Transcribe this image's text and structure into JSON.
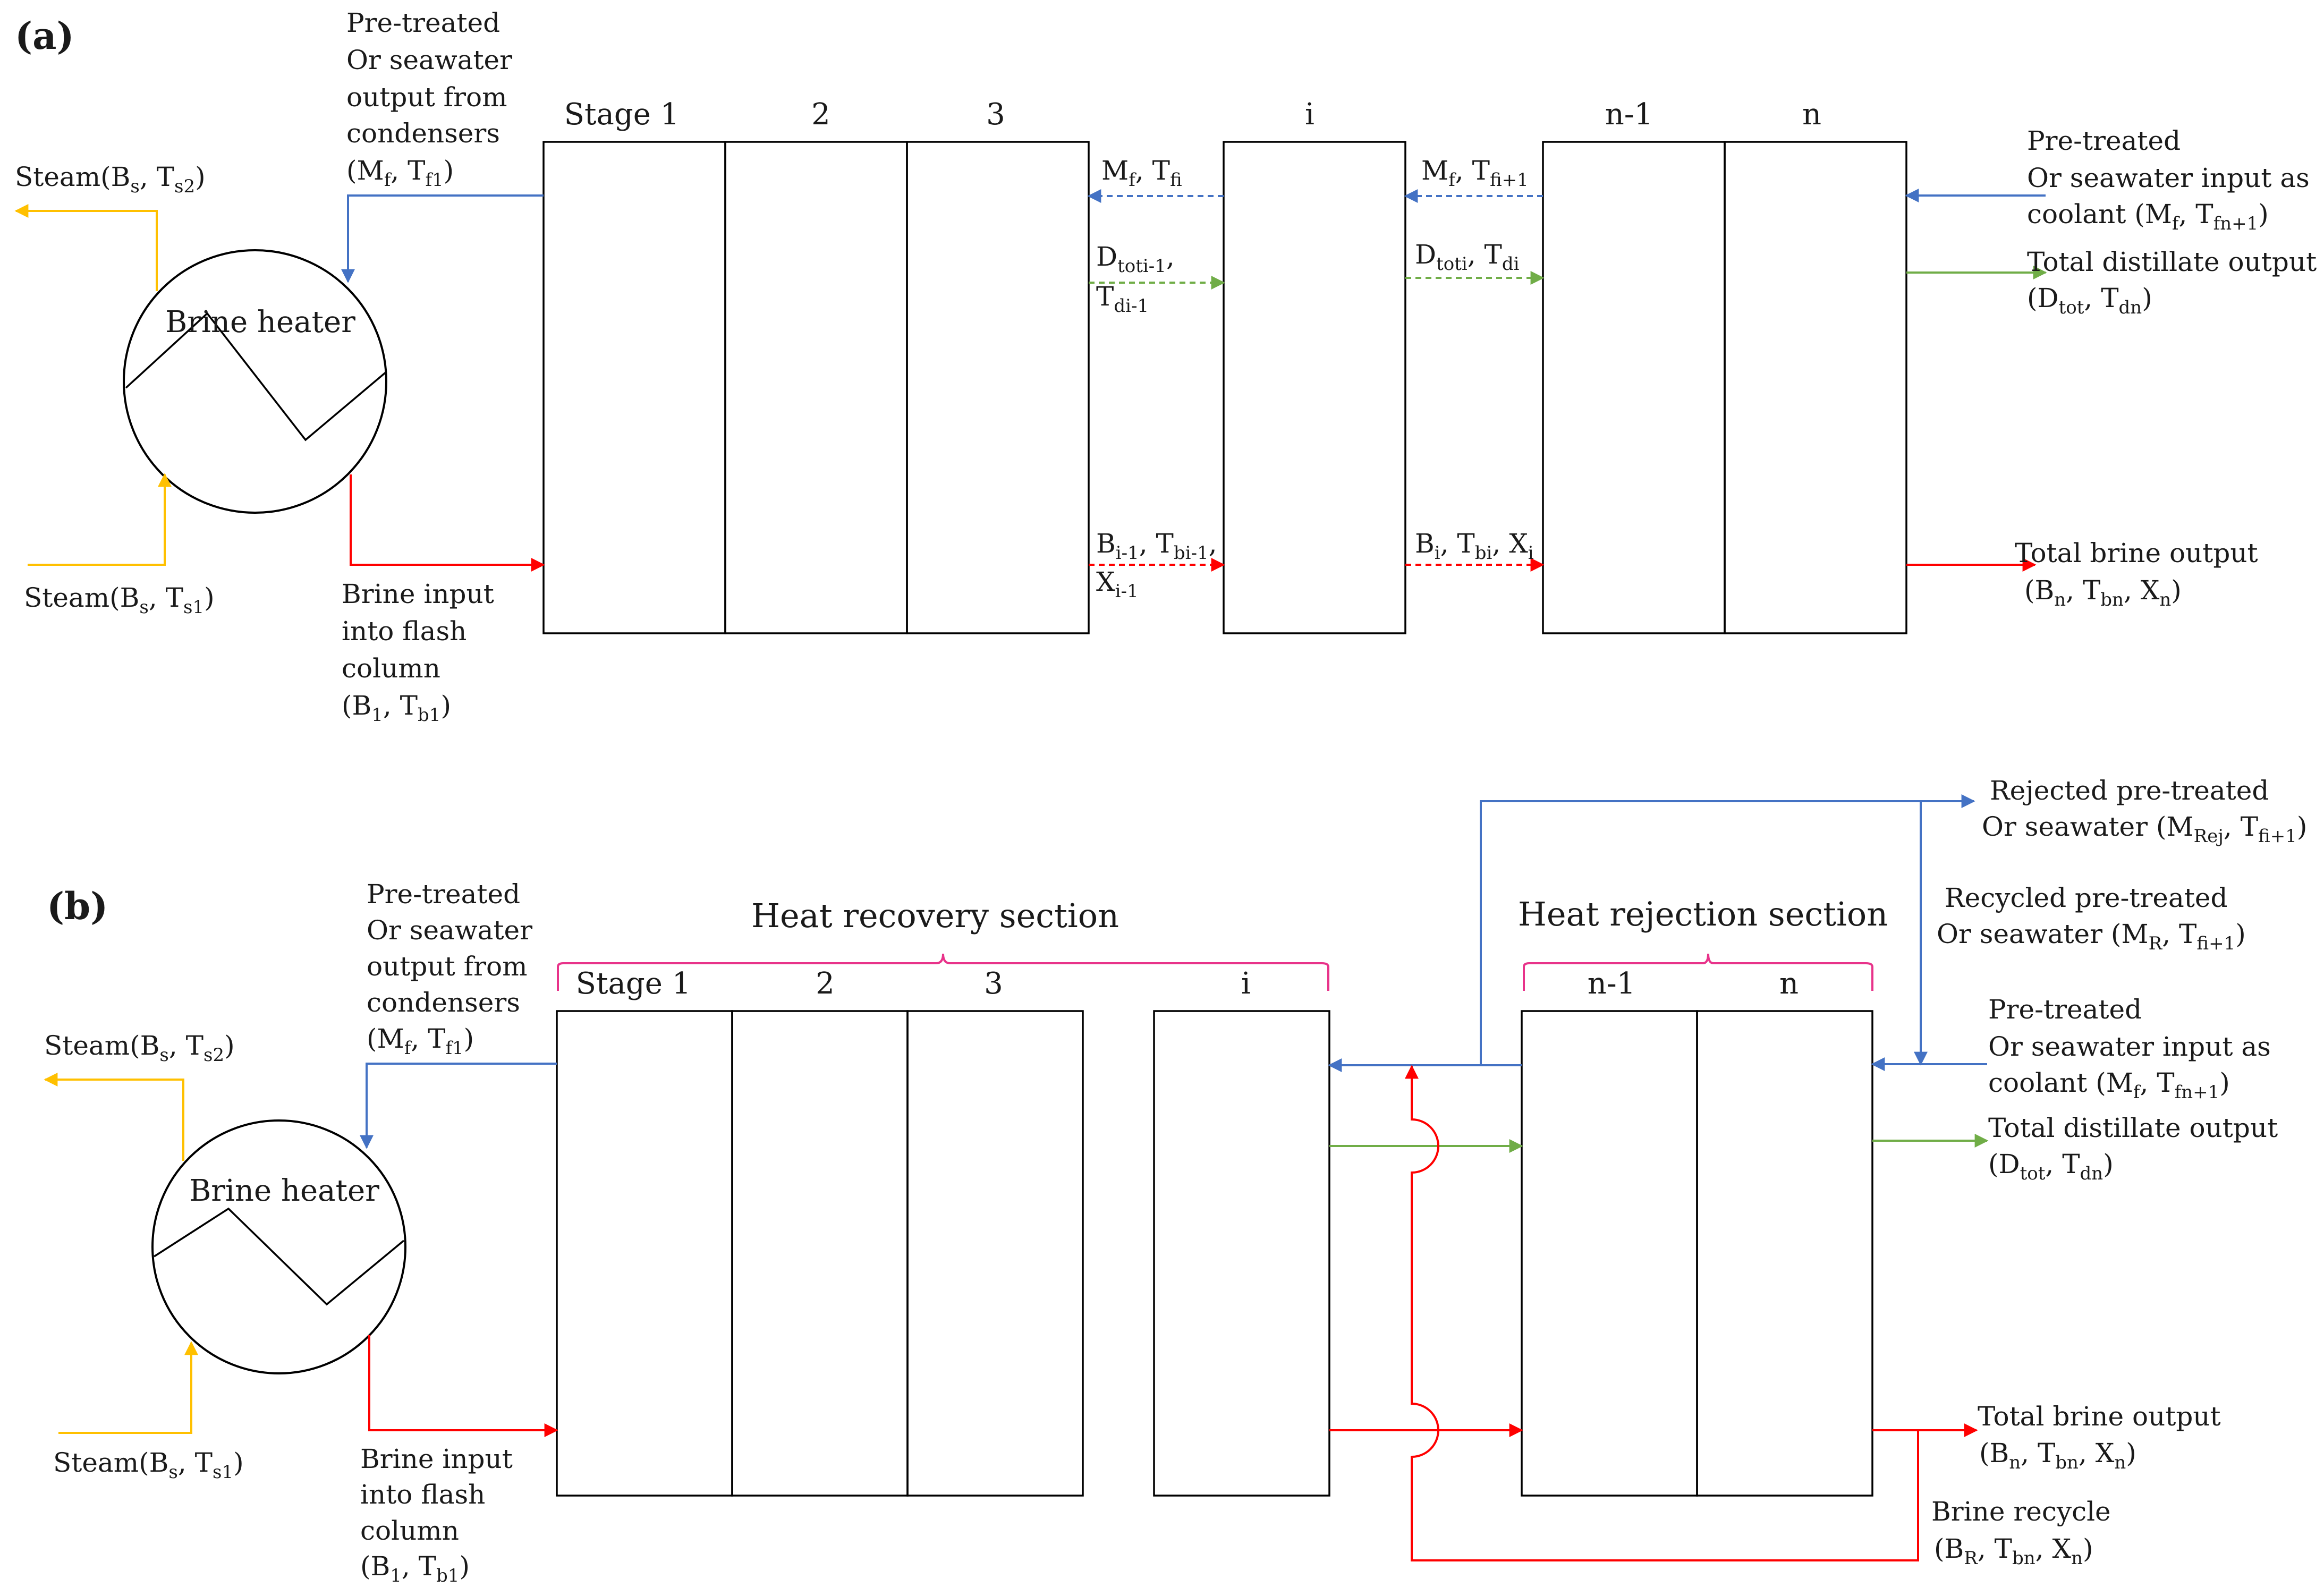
{
  "colors": {
    "feed": "#4472C4",
    "brine": "#FF0000",
    "distillate": "#70AD47",
    "steam": "#FFC000",
    "bracket": "#E8338A"
  },
  "icons": [
    "arrow-right-icon",
    "arrow-left-icon",
    "arrow-up-icon"
  ],
  "a": {
    "panel_label": "(a)",
    "stage_labels": [
      "Stage 1",
      "2",
      "3",
      "i",
      "n-1",
      "n"
    ],
    "brine_heater": "Brine heater",
    "steam_out": [
      "Steam(B",
      "s",
      ", T",
      "s2",
      ")"
    ],
    "steam_in": [
      "Steam(B",
      "s",
      ", T",
      "s1",
      ")"
    ],
    "feed_out": {
      "lines": [
        "Pre-treated",
        "Or seawater",
        "output from",
        "condensers"
      ],
      "formula": [
        "(M",
        "f",
        ", T",
        "f1",
        ")"
      ]
    },
    "brine_in": {
      "lines": [
        "Brine input",
        "into flash",
        "column"
      ],
      "formula": [
        "(B",
        "1",
        ", T",
        "b1",
        ")"
      ]
    },
    "mid_flows": {
      "feed_left": [
        "M",
        "f",
        ", T",
        "fi"
      ],
      "feed_right": [
        "M",
        "f",
        ", T",
        "fi+1"
      ],
      "dist_left_1": [
        "D",
        "toti-1",
        ","
      ],
      "dist_left_2": [
        "T",
        "di-1"
      ],
      "dist_right": [
        "D",
        "toti",
        ", T",
        "di"
      ],
      "brine_left_1": [
        "B",
        "i-1",
        ", T",
        "bi-1",
        ","
      ],
      "brine_left_2": [
        "X",
        "i-1"
      ],
      "brine_right": [
        "B",
        "i",
        ", T",
        "bi",
        ", X",
        "i"
      ]
    },
    "coolant_in": {
      "lines": [
        "Pre-treated",
        "Or seawater input as"
      ],
      "formula": [
        "coolant (M",
        "f",
        ", T",
        "fn+1",
        ")"
      ]
    },
    "distillate_out": {
      "line": "Total distillate output",
      "formula": [
        "(D",
        "tot",
        ", T",
        "dn",
        ")"
      ]
    },
    "brine_out": {
      "line": "Total brine output",
      "formula": [
        "(B",
        "n",
        ", T",
        "bn",
        ", X",
        "n",
        ")"
      ]
    }
  },
  "b": {
    "panel_label": "(b)",
    "stage_labels": [
      "Stage 1",
      "2",
      "3",
      "i",
      "n-1",
      "n"
    ],
    "heat_recovery": "Heat recovery section",
    "heat_rejection": "Heat rejection section",
    "brine_heater": "Brine heater",
    "steam_out": [
      "Steam(B",
      "s",
      ", T",
      "s2",
      ")"
    ],
    "steam_in": [
      "Steam(B",
      "s",
      ", T",
      "s1",
      ")"
    ],
    "feed_out": {
      "lines": [
        "Pre-treated",
        "Or seawater",
        "output from",
        "condensers"
      ],
      "formula": [
        "(M",
        "f",
        ", T",
        "f1",
        ")"
      ]
    },
    "brine_in": {
      "lines": [
        "Brine input",
        "into flash",
        "column"
      ],
      "formula": [
        "(B",
        "1",
        ", T",
        "b1",
        ")"
      ]
    },
    "rejected": {
      "line": "Rejected pre-treated",
      "formula": [
        "Or seawater (M",
        "Rej",
        ", T",
        "fi+1",
        ")"
      ]
    },
    "recycled": {
      "line": "Recycled pre-treated",
      "formula": [
        "Or seawater (M",
        "R",
        ", T",
        "fi+1",
        ")"
      ]
    },
    "coolant_in": {
      "lines": [
        "Pre-treated",
        "Or seawater input as"
      ],
      "formula": [
        "coolant (M",
        "f",
        ", T",
        "fn+1",
        ")"
      ]
    },
    "distillate_out": {
      "line": "Total distillate output",
      "formula": [
        "(D",
        "tot",
        ", T",
        "dn",
        ")"
      ]
    },
    "brine_out": {
      "line": "Total brine output",
      "formula": [
        "(B",
        "n",
        ", T",
        "bn",
        ", X",
        "n",
        ")"
      ]
    },
    "brine_recycle": {
      "line": "Brine recycle",
      "formula": [
        "(B",
        "R",
        ", T",
        "bn",
        ", X",
        "n",
        ")"
      ]
    }
  }
}
